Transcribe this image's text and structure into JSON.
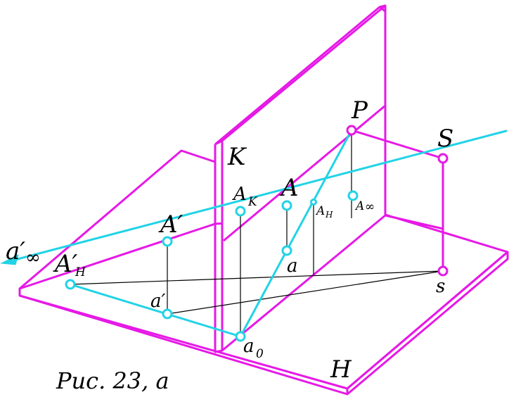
{
  "colors": {
    "planes": "#e619e6",
    "projection_lines": "#22d3e6",
    "construction_lines": "#000000"
  },
  "labels": {
    "P": "P",
    "S": "S",
    "s": "s",
    "K": "K",
    "H": "H",
    "A": "A",
    "a": "a",
    "A_prime": "A′",
    "a_prime": "a′",
    "a_inf_prime": "a′",
    "inf_sym": "∞",
    "A_K": "A",
    "sub_K": "K",
    "A_H": "A",
    "sub_H": "H",
    "A_inf": "A",
    "A_H_prime": "A′",
    "sub_H2": "H",
    "a0": "a",
    "sub_0": "0"
  },
  "caption": "Рис. 23, а"
}
